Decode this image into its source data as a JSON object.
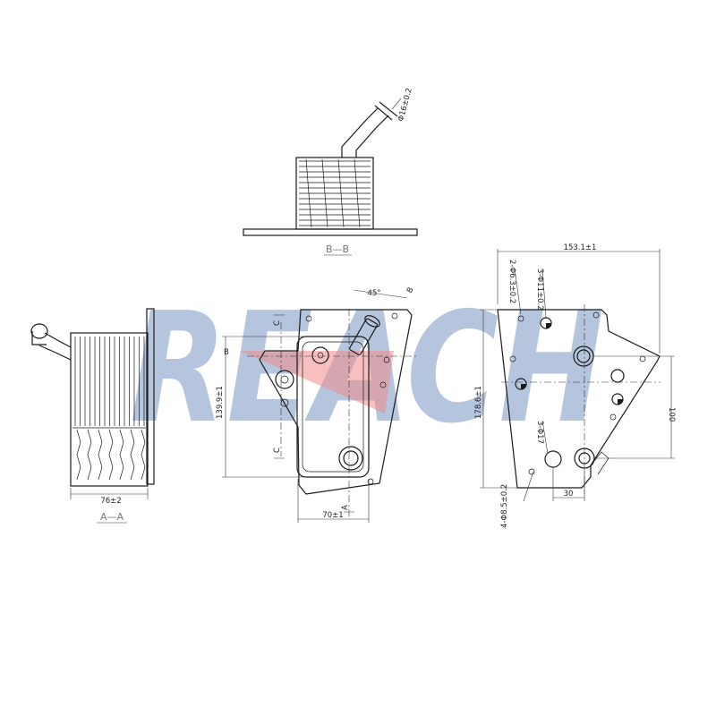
{
  "watermark": {
    "text": "REACH",
    "color_blue": "#a8bcd8",
    "color_red": "#f08a8a"
  },
  "section_labels": {
    "bb": "B—B",
    "aa": "A—A"
  },
  "cut_letters": {
    "a": "A",
    "b": "B",
    "c": "C"
  },
  "dimensions": {
    "pipe_dia": "Φ16±0.2",
    "angle": "45°",
    "width_a": "76±2",
    "height_mid": "139.9±1",
    "width_mid": "70±1",
    "width_total": "153.1±1",
    "height_total": "178.6±1",
    "right_height": "100",
    "spacing": "30",
    "holes_63": "2-Φ6.3±0.2",
    "holes_11": "3-Φ11±0.2",
    "holes_17": "3-Φ17",
    "holes_85": "4-Φ8.5±0.2"
  }
}
